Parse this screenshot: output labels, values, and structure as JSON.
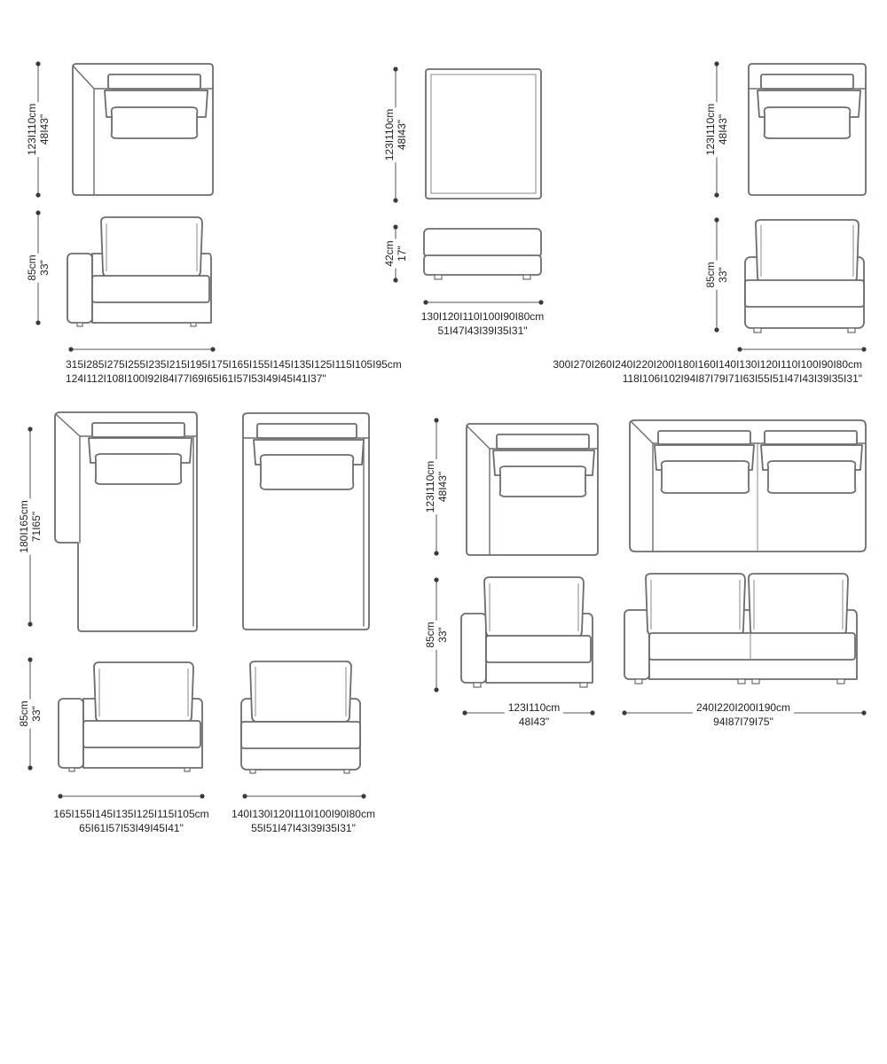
{
  "dimensions": {
    "corner_top_depth": {
      "cm": "123I110cm",
      "in": "48I43\""
    },
    "corner_front_height": {
      "cm": "85cm",
      "in": "33\""
    },
    "corner_width": {
      "cm": "315I285I275I255I235I215I195I175I165I155I145I135I125I115I105I95cm",
      "in": "124I112I108I100I92I84I77I69I65I61I57I53I49I45I41I37\""
    },
    "ottoman_depth": {
      "cm": "123I110cm",
      "in": "48I43\""
    },
    "ottoman_height": {
      "cm": "42cm",
      "in": "17\""
    },
    "ottoman_width": {
      "cm": "130I120I110I100I90I80cm",
      "in": "51I47I43I39I35I31\""
    },
    "armless_depth": {
      "cm": "123I110cm",
      "in": "48I43\""
    },
    "armless_height": {
      "cm": "85cm",
      "in": "33\""
    },
    "armless_width": {
      "cm": "300I270I260I240I220I200I180I160I140I130I120I110I100I90I80cm",
      "in": "118I106I102I94I87I79I71I63I55I51I47I43I39I35I31\""
    },
    "chaise_length": {
      "cm": "180I165cm",
      "in": "71I65\""
    },
    "chaise_height": {
      "cm": "85cm",
      "in": "33\""
    },
    "chaise_arm_width": {
      "cm": "165I155I145I135I125I115I105cm",
      "in": "65I61I57I53I49I45I41\""
    },
    "chaise_armless_width": {
      "cm": "140I130I120I110I100I90I80cm",
      "in": "55I51I47I43I39I35I31\""
    },
    "corner_small_depth": {
      "cm": "123I110cm",
      "in": "48I43\""
    },
    "corner_small_height": {
      "cm": "85cm",
      "in": "33\""
    },
    "corner_small_width": {
      "cm": "123I110cm",
      "in": "48I43\""
    },
    "sofa_width": {
      "cm": "240I220I200I190cm",
      "in": "94I87I79I75\""
    }
  }
}
